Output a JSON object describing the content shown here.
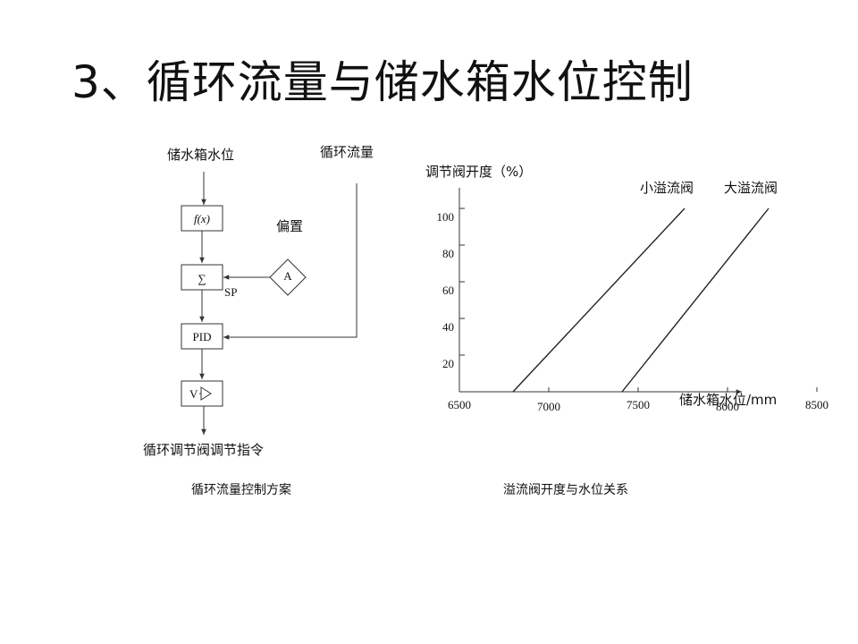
{
  "slide": {
    "title": "3、循环流量与储水箱水位控制"
  },
  "control_scheme": {
    "input_level": "储水箱水位",
    "input_flow": "循环流量",
    "bias_label": "偏置",
    "bias_block": "A",
    "fx_block": "f(x)",
    "sum_block": "∑",
    "sp_label": "SP",
    "pid_block": "PID",
    "v_block": "V",
    "output_label": "循环调节阀调节指令",
    "caption": "循环流量控制方案"
  },
  "chart_data": {
    "type": "line",
    "title": "",
    "ylabel": "调节阀开度（%）",
    "xlabel": "储水箱水位/mm",
    "xlim": [
      6500,
      8900
    ],
    "ylim": [
      0,
      100
    ],
    "x_ticks": [
      6500,
      7000,
      7500,
      8000,
      8500
    ],
    "x_tick_labels": [
      "6500",
      "7000",
      "7500",
      "8000",
      "8500"
    ],
    "y_ticks": [
      20,
      40,
      60,
      80,
      100
    ],
    "y_tick_labels": [
      "20",
      "40",
      "60",
      "80",
      "100"
    ],
    "grid": false,
    "series": [
      {
        "name": "小溢流阀",
        "x": [
          6800,
          7760
        ],
        "y": [
          0,
          100
        ]
      },
      {
        "name": "大溢流阀",
        "x": [
          7410,
          8230
        ],
        "y": [
          0,
          100
        ]
      }
    ],
    "caption": "溢流阀开度与水位关系"
  }
}
